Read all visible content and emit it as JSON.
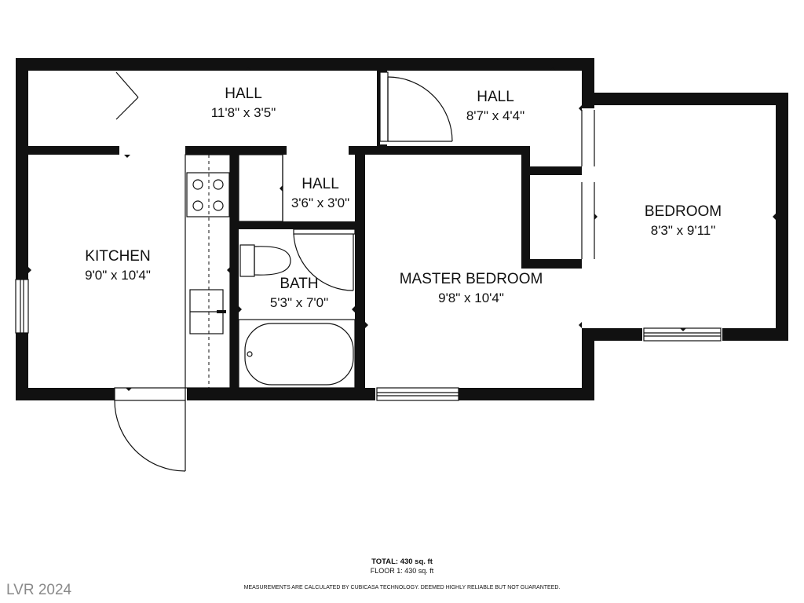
{
  "rooms": {
    "hall_top": {
      "name": "HALL",
      "dims": "11'8\" x 3'5\""
    },
    "hall_right": {
      "name": "HALL",
      "dims": "8'7\" x 4'4\""
    },
    "hall_small": {
      "name": "HALL",
      "dims": "3'6\" x 3'0\""
    },
    "kitchen": {
      "name": "KITCHEN",
      "dims": "9'0\" x 10'4\""
    },
    "bath": {
      "name": "BATH",
      "dims": "5'3\" x 7'0\""
    },
    "master_bedroom": {
      "name": "MASTER BEDROOM",
      "dims": "9'8\" x 10'4\""
    },
    "bedroom": {
      "name": "BEDROOM",
      "dims": "8'3\" x 9'11\""
    }
  },
  "footer": {
    "total": "TOTAL: 430 sq. ft",
    "floor": "FLOOR 1: 430 sq. ft",
    "disclaimer": "MEASUREMENTS ARE CALCULATED BY CUBICASA TECHNOLOGY. DEEMED HIGHLY RELIABLE BUT NOT GUARANTEED."
  },
  "watermark": "LVR 2024",
  "colors": {
    "wall": "#111111",
    "watermark": "#8a8a8a",
    "background": "#ffffff"
  }
}
